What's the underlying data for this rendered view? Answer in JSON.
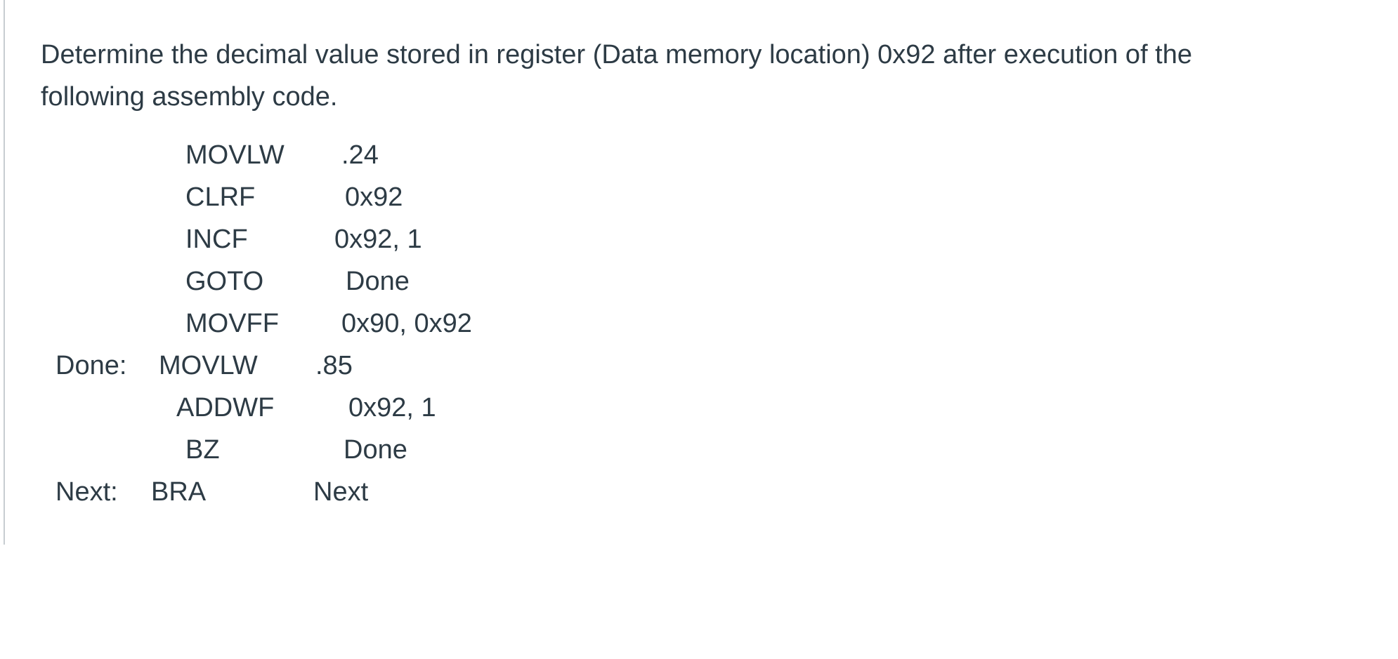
{
  "question": {
    "text": "Determine the decimal value stored in register (Data memory location) 0x92 after execution of the following assembly code."
  },
  "code": {
    "lines": [
      {
        "label": "",
        "opcode": "MOVLW",
        "operand": ".24"
      },
      {
        "label": "",
        "opcode": "CLRF",
        "operand": "0x92"
      },
      {
        "label": "",
        "opcode": "INCF",
        "operand": "0x92, 1"
      },
      {
        "label": "",
        "opcode": "GOTO",
        "operand": "Done"
      },
      {
        "label": "",
        "opcode": "MOVFF",
        "operand": "0x90, 0x92"
      },
      {
        "label": "Done:",
        "opcode": "MOVLW",
        "operand": ".85"
      },
      {
        "label": "",
        "opcode": "ADDWF",
        "operand": "0x92, 1"
      },
      {
        "label": "",
        "opcode": "BZ",
        "operand": "Done"
      },
      {
        "label": "Next:",
        "opcode": "BRA",
        "operand": "Next"
      }
    ]
  }
}
